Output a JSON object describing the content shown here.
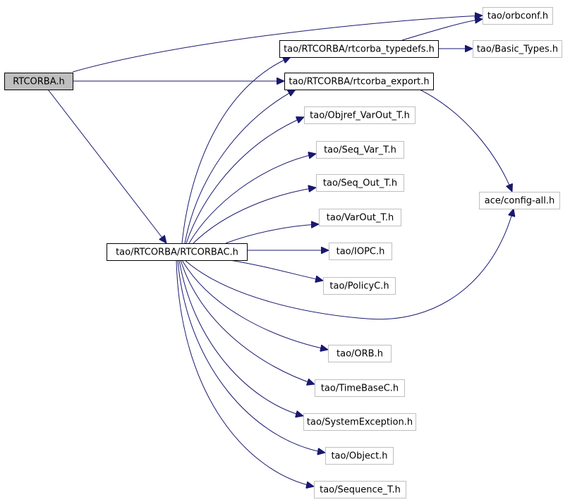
{
  "diagram": {
    "type": "include-dependency-graph",
    "colors": {
      "edge": "#191970",
      "root_fill": "#bfbfbf",
      "root_border": "#000000",
      "internal_border": "#000000",
      "external_border": "#bfbfbf",
      "node_fill": "#ffffff",
      "text": "#000000"
    },
    "nodes": [
      {
        "id": "rtcorba_h",
        "label": "RTCORBA.h",
        "kind": "root"
      },
      {
        "id": "orbconf",
        "label": "tao/orbconf.h",
        "kind": "external"
      },
      {
        "id": "typedefs",
        "label": "tao/RTCORBA/rtcorba_typedefs.h",
        "kind": "internal"
      },
      {
        "id": "basic_types",
        "label": "tao/Basic_Types.h",
        "kind": "external"
      },
      {
        "id": "export",
        "label": "tao/RTCORBA/rtcorba_export.h",
        "kind": "internal"
      },
      {
        "id": "objref",
        "label": "tao/Objref_VarOut_T.h",
        "kind": "external"
      },
      {
        "id": "seq_var",
        "label": "tao/Seq_Var_T.h",
        "kind": "external"
      },
      {
        "id": "seq_out",
        "label": "tao/Seq_Out_T.h",
        "kind": "external"
      },
      {
        "id": "config_all",
        "label": "ace/config-all.h",
        "kind": "external"
      },
      {
        "id": "varout",
        "label": "tao/VarOut_T.h",
        "kind": "external"
      },
      {
        "id": "rtcorbac",
        "label": "tao/RTCORBA/RTCORBAC.h",
        "kind": "internal"
      },
      {
        "id": "iopc",
        "label": "tao/IOPC.h",
        "kind": "external"
      },
      {
        "id": "policyc",
        "label": "tao/PolicyC.h",
        "kind": "external"
      },
      {
        "id": "orb",
        "label": "tao/ORB.h",
        "kind": "external"
      },
      {
        "id": "timebase",
        "label": "tao/TimeBaseC.h",
        "kind": "external"
      },
      {
        "id": "sysexc",
        "label": "tao/SystemException.h",
        "kind": "external"
      },
      {
        "id": "object",
        "label": "tao/Object.h",
        "kind": "external"
      },
      {
        "id": "sequence",
        "label": "tao/Sequence_T.h",
        "kind": "external"
      }
    ],
    "edges": [
      {
        "from": "rtcorba_h",
        "to": "orbconf"
      },
      {
        "from": "rtcorba_h",
        "to": "export"
      },
      {
        "from": "rtcorba_h",
        "to": "rtcorbac"
      },
      {
        "from": "typedefs",
        "to": "orbconf"
      },
      {
        "from": "typedefs",
        "to": "basic_types"
      },
      {
        "from": "export",
        "to": "config_all"
      },
      {
        "from": "rtcorbac",
        "to": "typedefs"
      },
      {
        "from": "rtcorbac",
        "to": "export"
      },
      {
        "from": "rtcorbac",
        "to": "objref"
      },
      {
        "from": "rtcorbac",
        "to": "seq_var"
      },
      {
        "from": "rtcorbac",
        "to": "seq_out"
      },
      {
        "from": "rtcorbac",
        "to": "varout"
      },
      {
        "from": "rtcorbac",
        "to": "iopc"
      },
      {
        "from": "rtcorbac",
        "to": "policyc"
      },
      {
        "from": "rtcorbac",
        "to": "config_all"
      },
      {
        "from": "rtcorbac",
        "to": "orb"
      },
      {
        "from": "rtcorbac",
        "to": "timebase"
      },
      {
        "from": "rtcorbac",
        "to": "sysexc"
      },
      {
        "from": "rtcorbac",
        "to": "object"
      },
      {
        "from": "rtcorbac",
        "to": "sequence"
      }
    ]
  }
}
